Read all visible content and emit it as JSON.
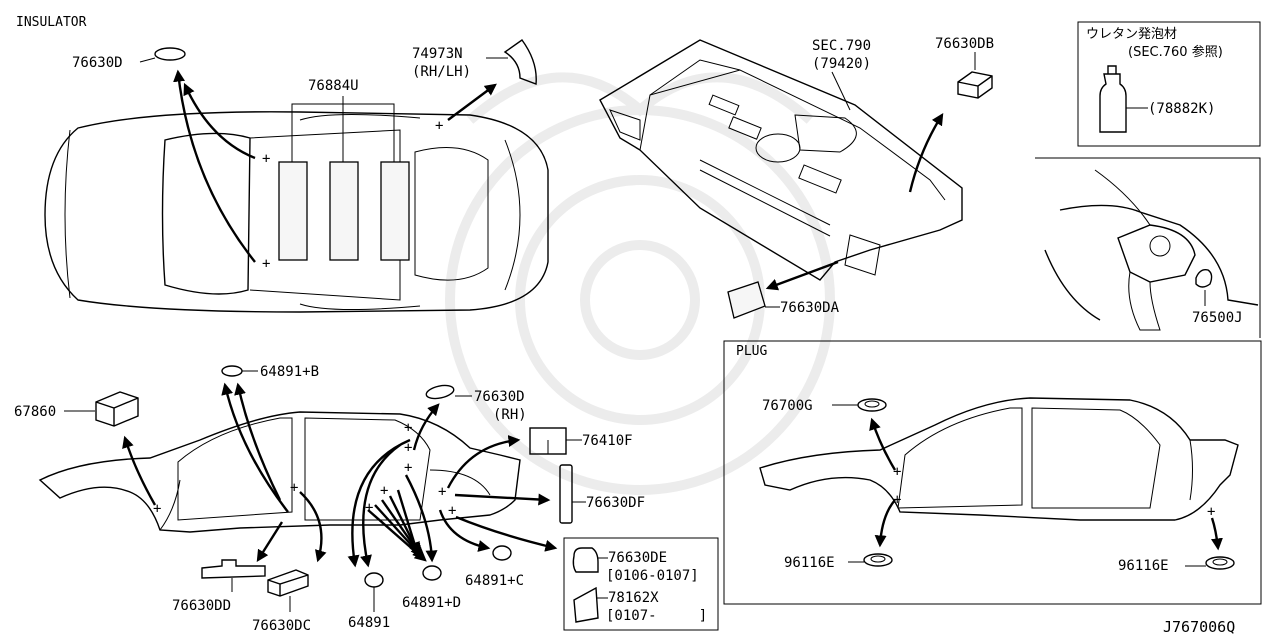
{
  "sections": {
    "insulator": "INSULATOR",
    "plug": "PLUG"
  },
  "diagram_code": "J767006Q",
  "urethane_box": {
    "title": "ウレタン発泡材",
    "ref": "(SEC.760 参照)",
    "part": "(78882K)"
  },
  "parts": {
    "p76630D_top": "76630D",
    "p74973N": "74973N",
    "p74973N_note": "(RH/LH)",
    "p76884U": "76884U",
    "sec790": "SEC.790",
    "sec790_ref": "(79420)",
    "p76630DB": "76630DB",
    "p76630DA": "76630DA",
    "p76500J": "76500J",
    "p64891B": "64891+B",
    "p67860": "67860",
    "p76630D_rh": "76630D",
    "p76630D_rh_note": "(RH)",
    "p76410F": "76410F",
    "p76630DF": "76630DF",
    "p64891C": "64891+C",
    "p64891D": "64891+D",
    "p64891": "64891",
    "p76630DD": "76630DD",
    "p76630DC": "76630DC",
    "p76630DE": "76630DE",
    "p76630DE_date": "[0106-0107]",
    "p78162X": "78162X",
    "p78162X_date": "[0107-     ]",
    "p76700G": "76700G",
    "p96116E_left": "96116E",
    "p96116E_right": "96116E"
  }
}
